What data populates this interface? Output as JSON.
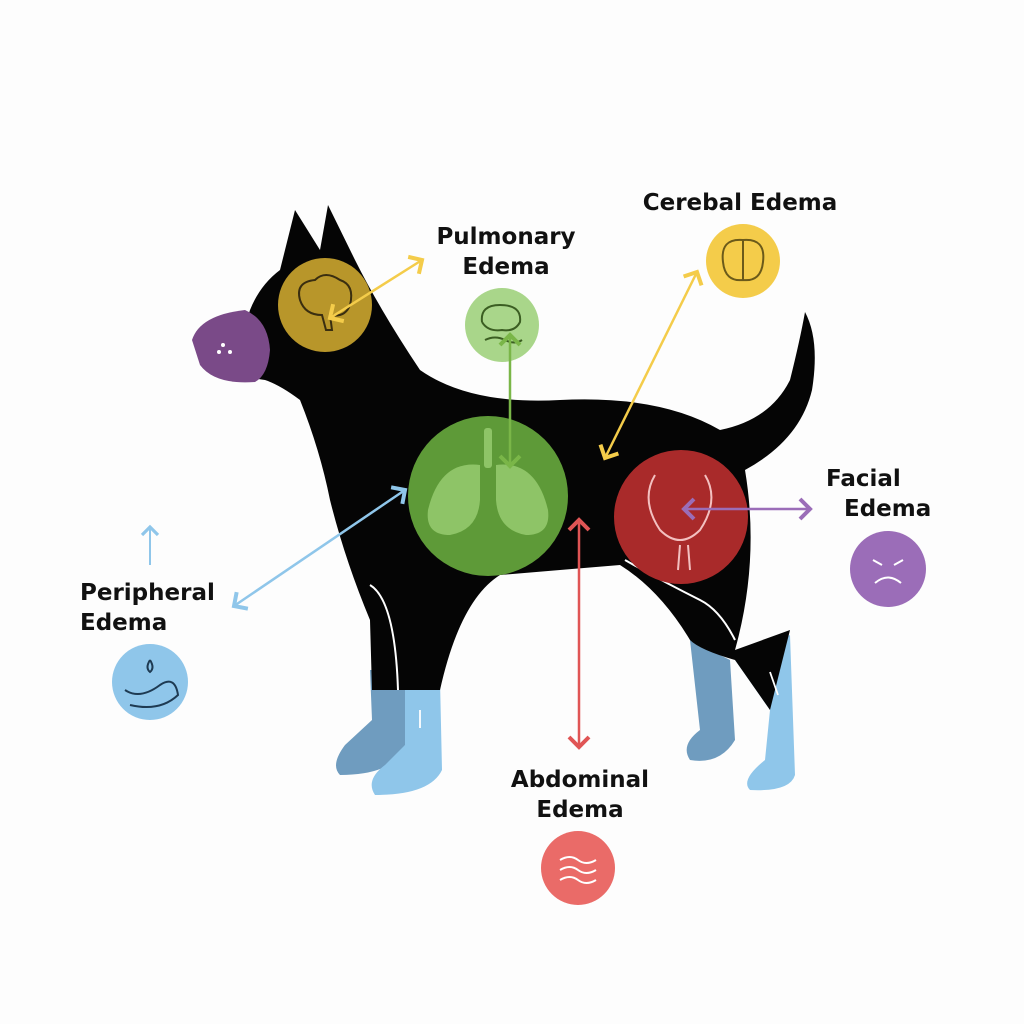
{
  "labels": {
    "pulmonary": [
      "Pulmonary",
      "Edema"
    ],
    "cerebral": [
      "Cerebal Edema"
    ],
    "facial": [
      "Facial",
      "Edema"
    ],
    "peripheral": [
      "Peripheral",
      "Edema"
    ],
    "abdominal": [
      "Abdominal",
      "Edema"
    ]
  },
  "colors": {
    "yellow": "#f4cc4a",
    "brain_circle": "#b8962a",
    "green": "#6aaa3a",
    "red": "#a92a2a",
    "purple": "#9b6db8",
    "blue": "#8fc6ea",
    "coral": "#ea6b68",
    "snout": "#7a4a88"
  }
}
